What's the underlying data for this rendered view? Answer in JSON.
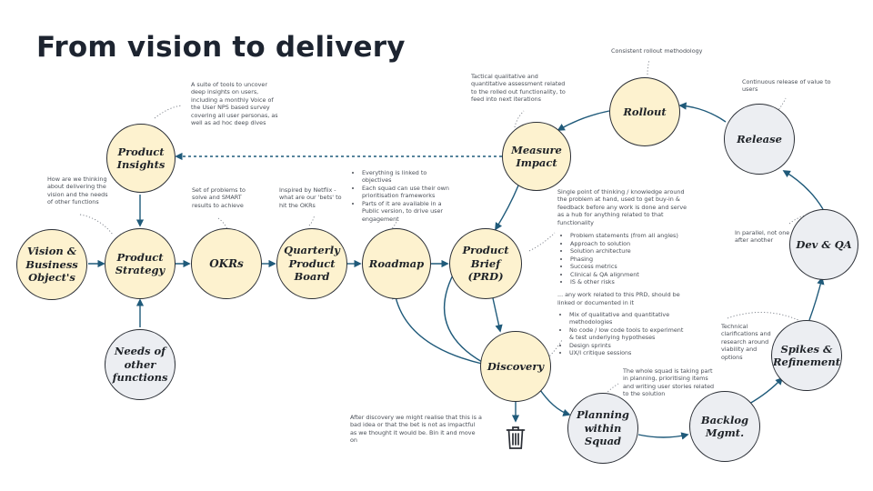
{
  "title": "From vision to delivery",
  "nodes": {
    "vision": "Vision &\nBusiness\nObject's",
    "strategy": "Product\nStrategy",
    "insights": "Product\nInsights",
    "needs": "Needs of\nother\nfunctions",
    "okrs": "OKRs",
    "qpb": "Quarterly\nProduct\nBoard",
    "roadmap": "Roadmap",
    "brief": "Product\nBrief\n(PRD)",
    "measure": "Measure\nImpact",
    "rollout": "Rollout",
    "release": "Release",
    "devqa": "Dev & QA",
    "spikes": "Spikes &\nRefinement",
    "backlog": "Backlog\nMgmt.",
    "planning": "Planning\nwithin\nSquad",
    "discovery": "Discovery"
  },
  "notes": {
    "insights": "A suite of tools to uncover deep insights on users, including a monthly Voice of the User NPS based survey covering all user personas, as well as ad hoc deep dives",
    "strategy": "How are we thinking about delivering the vision and the needs of other functions",
    "okrs": "Set of problems to solve and SMART results to achieve",
    "qpb": "Inspired by Netflix - what are our 'bets' to hit the OKRs",
    "roadmap": [
      "Everything is linked to objectives",
      "Each squad can use their own prioritisation frameworks",
      "Parts of it are available in a Public version, to drive user engagement"
    ],
    "measure": "Tactical qualitative and quantitative assessment related to the rolled out functionality, to feed into next iterations",
    "rollout": "Consistent rollout methodology",
    "release": "Continuous release of value to users",
    "brief_intro": "Single point of thinking / knowledge around the problem at hand, used to get buy-in & feedback before any work is done and serve as a hub for anything related to that functionality",
    "brief_items": [
      "Problem statements (from all angles)",
      "Approach to solution",
      "Solution architecture",
      "Phasing",
      "Success metrics",
      "Clinical & QA alignment",
      "IS & other risks"
    ],
    "brief_outro": "... any work related to this PRD, should be linked or documented in it",
    "discovery_items": [
      "Mix of qualitative and quantitative methodologies",
      "No code / low code tools to experiment & test underlying hypotheses",
      "Design sprints",
      "UX/I critique sessions"
    ],
    "devqa": "In parallel, not one after another",
    "spikes": "Technical clarifications and research around viability and options",
    "planning": "The whole squad is taking part in planning, prioritising items and writing user stories related to the solution",
    "bin": "After discovery we might realise that this is a bad idea or that the bet is not as impactful as we thought it would be. Bin it and move on"
  },
  "colors": {
    "yellow_node": "#fdf2cf",
    "grey_node": "#eceef2",
    "arrow": "#1f5a7a",
    "outline": "#2b2f36"
  },
  "icons": [
    "trash-bin-icon"
  ]
}
